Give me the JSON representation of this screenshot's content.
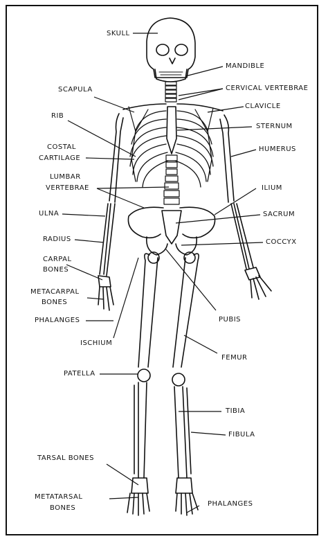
{
  "labels": {
    "skull": "SKULL",
    "mandible": "MANDIBLE",
    "scapula": "SCAPULA",
    "cervical_vertebrae": "CERVICAL VERTEBRAE",
    "clavicle": "CLAVICLE",
    "rib": "RIB",
    "sternum": "STERNUM",
    "costal_cartilage_line1": "COSTAL",
    "costal_cartilage_line2": "CARTILAGE",
    "humerus": "HUMERUS",
    "lumbar_vertebrae_line1": "LUMBAR",
    "lumbar_vertebrae_line2": "VERTEBRAE",
    "ilium": "ILIUM",
    "ulna": "ULNA",
    "sacrum": "SACRUM",
    "radius": "RADIUS",
    "coccyx": "COCCYX",
    "carpal_bones_line1": "CARPAL",
    "carpal_bones_line2": "BONES",
    "metacarpal_bones_line1": "METACARPAL",
    "metacarpal_bones_line2": "BONES",
    "phalanges_hand": "PHALANGES",
    "pubis": "PUBIS",
    "ischium": "ISCHIUM",
    "femur": "FEMUR",
    "patella": "PATELLA",
    "tibia": "TIBIA",
    "fibula": "FIBULA",
    "tarsal_bones": "TARSAL BONES",
    "metatarsal_bones_line1": "METATARSAL",
    "metatarsal_bones_line2": "BONES",
    "phalanges_foot": "PHALANGES"
  }
}
